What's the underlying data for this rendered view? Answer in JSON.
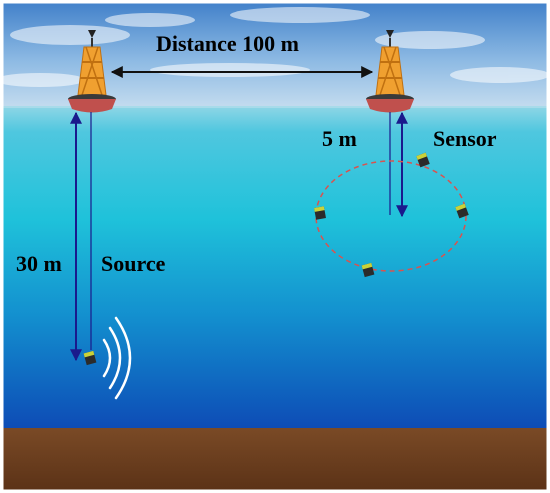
{
  "labels": {
    "distance": "Distance 100 m",
    "sensor_depth": "5 m",
    "sensor": "Sensor",
    "source_depth": "30 m",
    "source": "Source"
  },
  "colors": {
    "sky_top": "#3f7fc9",
    "sky_bottom": "#b8d6ee",
    "water_surface": "#6fd3e4",
    "water_mid": "#21c4dc",
    "water_deep": "#0f4fb8",
    "seabed": "#6b3b1c",
    "arrow": "#1a1a8c",
    "sensor_ring": "#d9534f",
    "buoy": "#f0a030",
    "buoy_float": "#c0504d"
  },
  "icons": [
    "buoy-icon",
    "sensor-node-icon",
    "source-node-icon",
    "sound-wave-icon"
  ]
}
